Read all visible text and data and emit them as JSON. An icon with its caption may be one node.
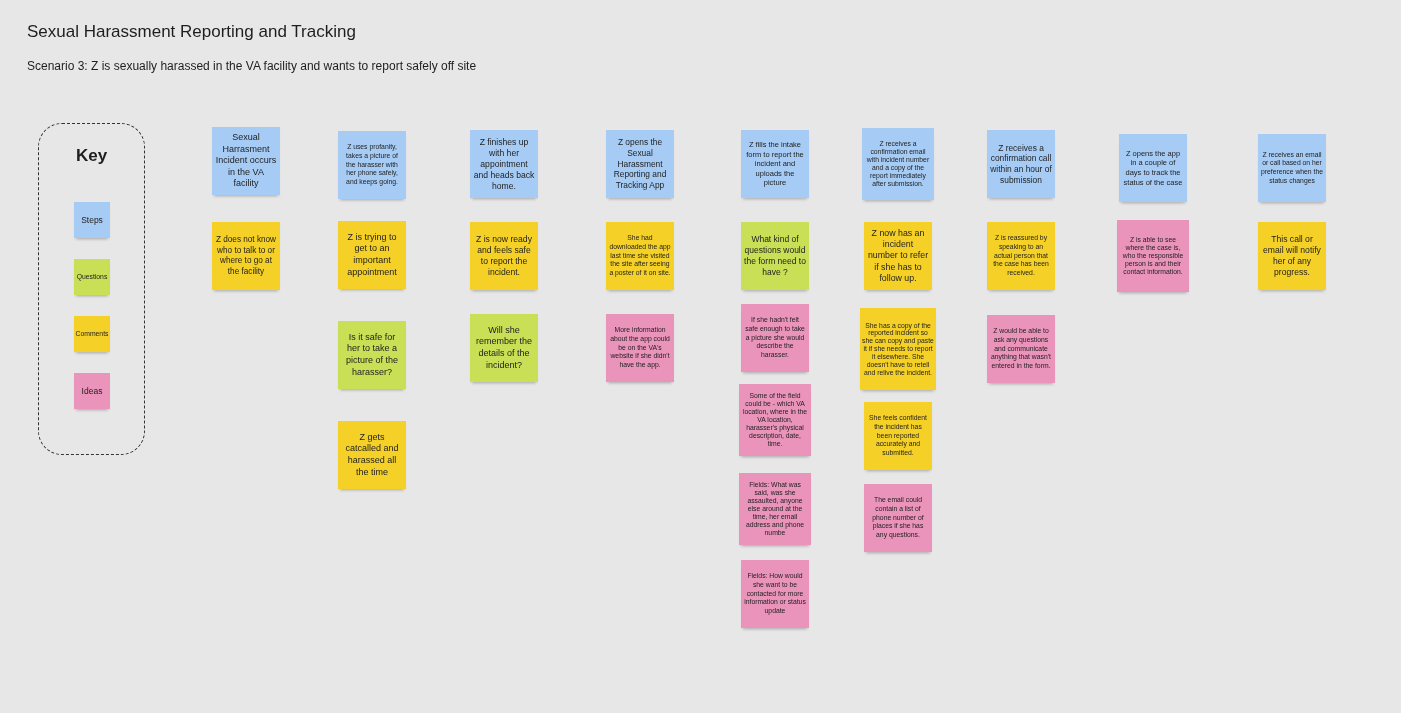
{
  "diagram": {
    "title": "Sexual Harassment Reporting and Tracking",
    "nodes": [
      {
        "text": [
          "Key"
        ]
      },
      {
        "text": [
          "Steps"
        ],
        "in": 0
      },
      {
        "text": [
          "Questions"
        ],
        "in": 0
      },
      {
        "text": [
          "Comments"
        ],
        "in": 0
      },
      {
        "text": [
          "Ideas"
        ],
        "in": 0
      },
      {
        "text": [
          "Sexual Harrasment Incident occurs in the VA facility"
        ]
      },
      {
        "text": [
          "Z does not know who to talk to or where to go at the facility"
        ]
      },
      {
        "text": [
          "Z uses profanity, takes a picture of the harasser with her phone safely, and keeps going."
        ]
      },
      {
        "text": [
          "Z is trying to get to an important appointment"
        ]
      },
      {
        "text": [
          "Is it safe for her to take a picture of the harasser?"
        ]
      },
      {
        "text": [
          "Z gets catcalled and harassed all the time"
        ]
      },
      {
        "text": [
          "Z finishes up with her appointment and heads back home."
        ]
      },
      {
        "text": [
          "Z is now ready and feels safe to report the incident."
        ]
      },
      {
        "text": [
          "Will she remember the details of the incident?"
        ]
      },
      {
        "text": [
          "Z opens the Sexual Harassment Reporting and Tracking App"
        ]
      },
      {
        "text": [
          "She had downloaded the app last time she visited the site after seeing a poster of it on site."
        ]
      },
      {
        "text": [
          "More information about the app could be on the VA's website if she didn't have the app."
        ]
      },
      {
        "text": [
          "Z fills the intake form to report the incident and uploads the picture"
        ]
      },
      {
        "text": [
          "What kind of questions would the form need to have ?"
        ]
      },
      {
        "text": [
          "If she hadn't felt safe enough to take a picture she would describe the harasser."
        ]
      },
      {
        "text": [
          "Some of the field could be - which VA location, where in the VA location, harasser's physical description, date, time."
        ]
      },
      {
        "text": [
          "Fields: What was said, was she assaulted, anyone else around at the time, her email address and phone numbe"
        ]
      },
      {
        "text": [
          "Fields: How would she want to be contacted for more information or status update"
        ]
      },
      {
        "text": [
          "Z receives a confirmation email with incident number and a copy of the report immediately after submission."
        ]
      },
      {
        "text": [
          "Z now has an incident number to refer if she has to follow up."
        ]
      },
      {
        "text": [
          "She has a copy of the reported incident so she can copy and paste it if she needs to report it elsewhere. She doesn't have to retell and relive the incident."
        ]
      },
      {
        "text": [
          "She feels confident the incident has been reported accurately and submitted."
        ]
      },
      {
        "text": [
          "The email could contain a list of phone number of places if she has any questions."
        ]
      },
      {
        "text": [
          "Z receives a confirmation call within an hour of submission"
        ]
      },
      {
        "text": [
          "Z is reassured by speaking to an actual person that the case has been received."
        ]
      },
      {
        "text": [
          "Z would be able to ask any questions and communicate anything that wasn't entered in the form."
        ]
      },
      {
        "text": [
          "Z opens the app in a couple of days to track the status of the case"
        ]
      },
      {
        "text": [
          "Z is able to see where the case is, who the responsible person is and their contact information."
        ]
      },
      {
        "text": [
          "Z receives an email or call based on her preference when the status changes"
        ]
      },
      {
        "text": [
          "This call or email will notify her of any progress."
        ]
      }
    ],
    "labels": [
      "Scenario 3: Z is sexually harassed in the VA facility and wants to report safely off site"
    ]
  }
}
